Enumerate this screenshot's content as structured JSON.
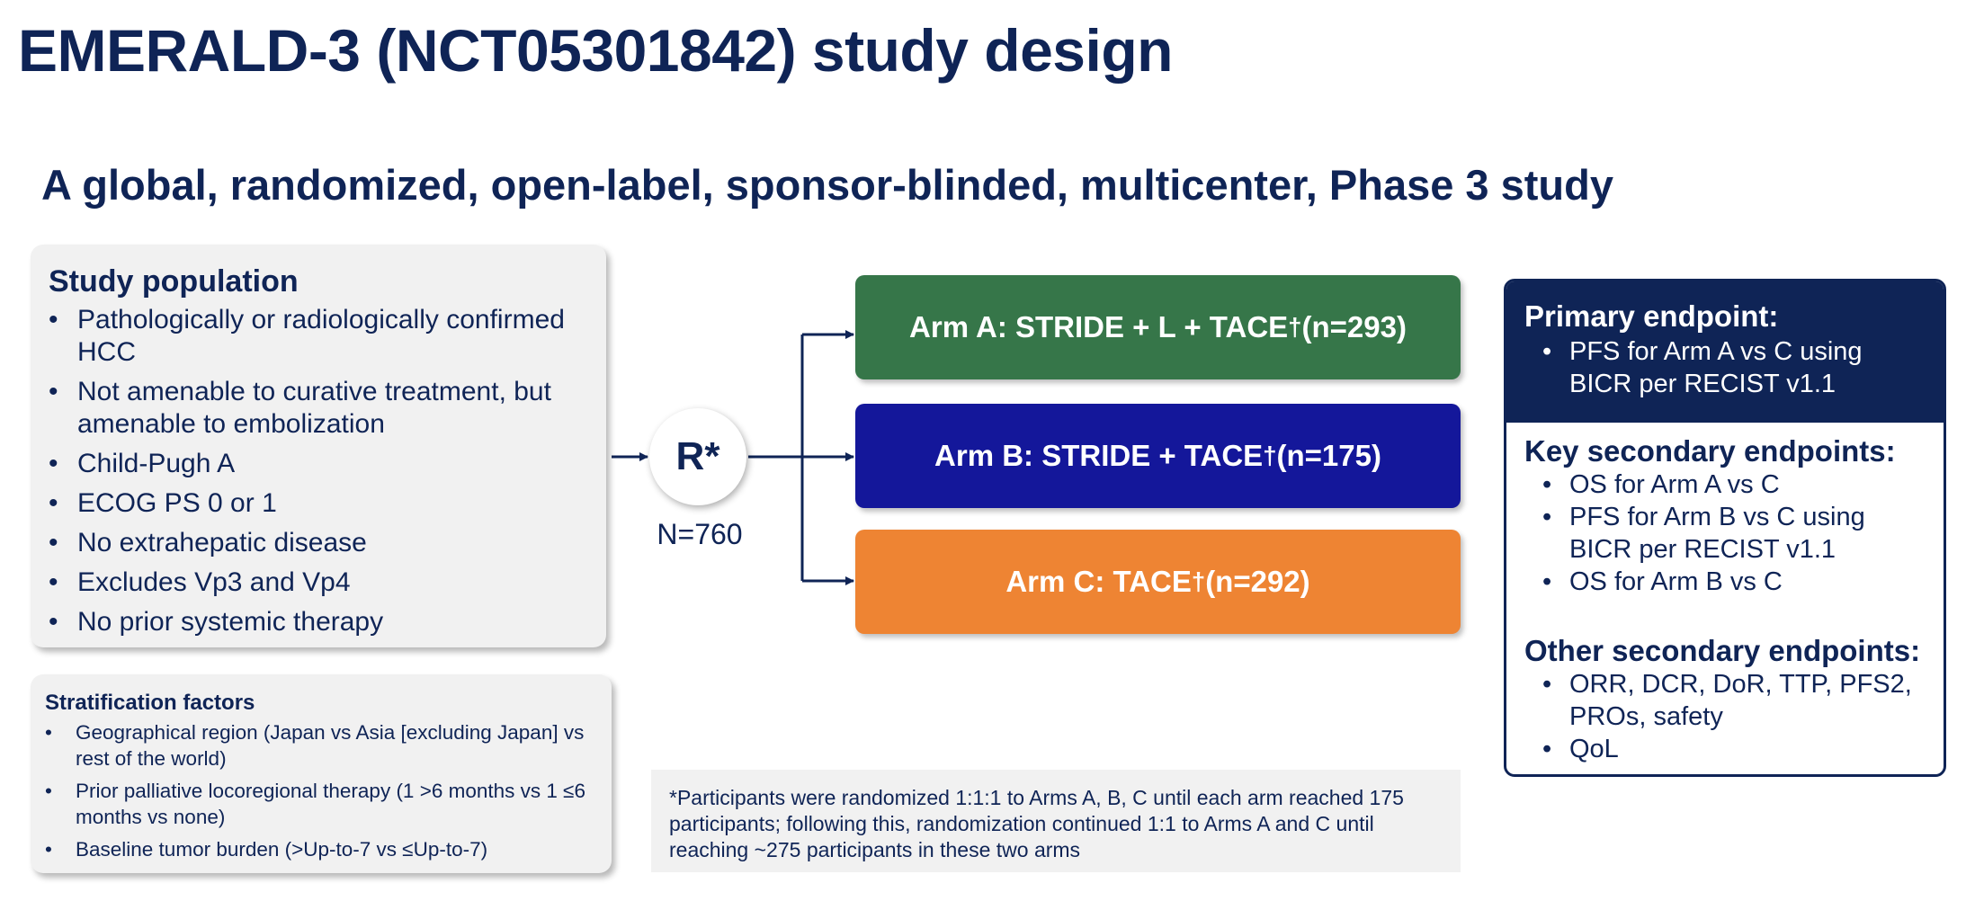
{
  "title": "EMERALD-3 (NCT05301842) study design",
  "subtitle": "A global, randomized, open-label, sponsor-blinded, multicenter, Phase 3 study",
  "study_population": {
    "heading": "Study population",
    "items": [
      "Pathologically or radiologically confirmed HCC",
      "Not amenable to curative treatment, but amenable to embolization",
      "Child-Pugh A",
      "ECOG PS 0 or 1",
      "No extrahepatic disease",
      "Excludes Vp3 and Vp4",
      "No prior systemic therapy"
    ]
  },
  "stratification": {
    "heading": "Stratification factors",
    "items": [
      "Geographical region (Japan vs Asia [excluding Japan] vs rest of the world)",
      "Prior palliative locoregional therapy (1 >6 months vs 1 ≤6 months vs none)",
      "Baseline tumor burden (>Up-to-7 vs ≤Up-to-7)"
    ]
  },
  "randomization": {
    "label": "R*",
    "n": "N=760"
  },
  "arms": [
    {
      "name": "Arm A: STRIDE + L + TACE",
      "mark": "†",
      "n": " (n=293)",
      "color": "#367649"
    },
    {
      "name": "Arm B: STRIDE + TACE",
      "mark": "†",
      "n": " (n=175)",
      "color": "#14179a"
    },
    {
      "name": "Arm C: TACE",
      "mark": "†",
      "n": " (n=292)",
      "color": "#ee8433"
    }
  ],
  "footnote": "*Participants were randomized 1:1:1 to Arms A, B, C until each arm reached 175 participants; following this, randomization continued 1:1 to Arms A and C until reaching ~275 participants in these two arms",
  "endpoints": {
    "primary": {
      "heading": "Primary endpoint:",
      "items": [
        "PFS for Arm A vs C using BICR per RECIST v1.1"
      ]
    },
    "key_secondary": {
      "heading": "Key secondary endpoints:",
      "items": [
        "OS for Arm A vs C",
        "PFS for Arm B vs C using BICR per RECIST v1.1",
        "OS for Arm B vs C"
      ]
    },
    "other_secondary": {
      "heading": "Other secondary endpoints:",
      "items": [
        "ORR, DCR, DoR, TTP, PFS2, PROs, safety",
        "QoL"
      ]
    }
  },
  "colors": {
    "navy": "#0f2456",
    "arm_a": "#367649",
    "arm_b": "#14179a",
    "arm_c": "#ee8433",
    "panel_gray": "#f1f1f1"
  }
}
